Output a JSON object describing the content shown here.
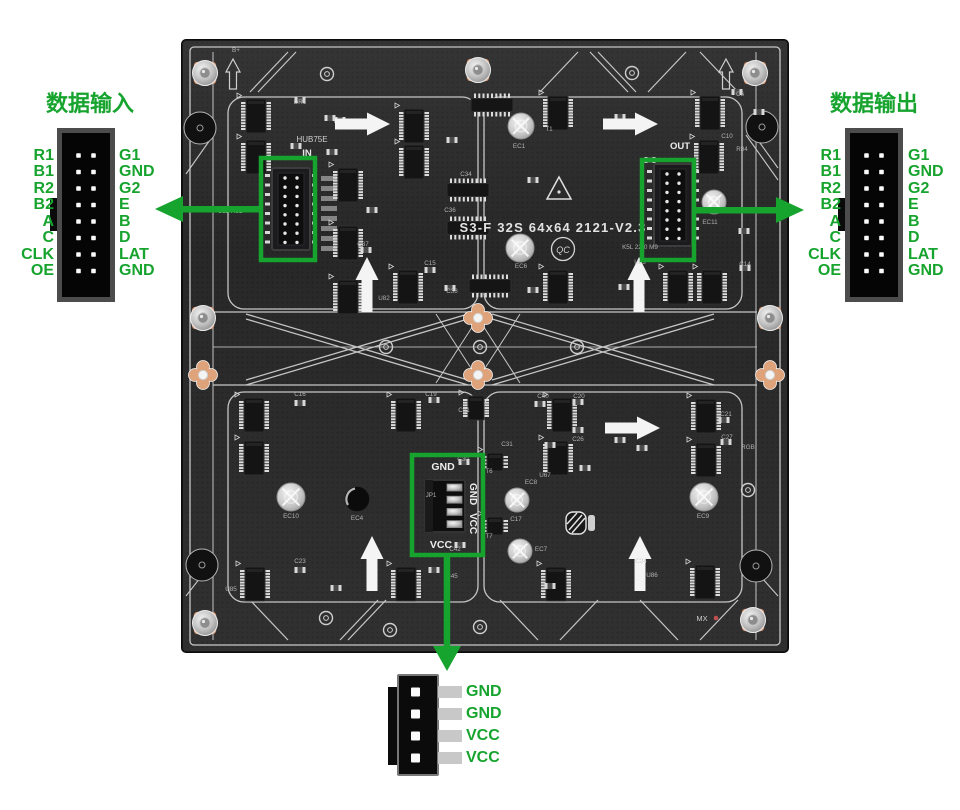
{
  "colors": {
    "annotation_green": "#17A42E"
  },
  "input_connector": {
    "title": "数据输入",
    "left_pins": [
      "R1",
      "B1",
      "R2",
      "B2",
      "A",
      "C",
      "CLK",
      "OE"
    ],
    "right_pins": [
      "G1",
      "GND",
      "G2",
      "E",
      "B",
      "D",
      "LAT",
      "GND"
    ]
  },
  "output_connector": {
    "title": "数据输出",
    "left_pins": [
      "R1",
      "B1",
      "R2",
      "B2",
      "A",
      "C",
      "CLK",
      "OE"
    ],
    "right_pins": [
      "G1",
      "GND",
      "G2",
      "E",
      "B",
      "D",
      "LAT",
      "GND"
    ]
  },
  "power_connector": {
    "pins": [
      "GND",
      "GND",
      "VCC",
      "VCC"
    ]
  },
  "pcb_silkscreen": {
    "model_text": "S3-F 32S 64x64 2121-V2.3",
    "hub_label": "HUB75E",
    "in_label": "IN",
    "out_label": "OUT",
    "qc_label": "QC",
    "mx_label": "MX",
    "power_gnd_top": "GND",
    "power_gnd_side": "GND",
    "power_vcc_side": "VCC",
    "power_vcc_bottom": "VCC",
    "refs": [
      "EC1",
      "EC6",
      "EC11",
      "EC10",
      "EC4",
      "EC8",
      "EC7",
      "EC9",
      "C16",
      "C19",
      "C23",
      "C24",
      "C30",
      "C42",
      "U85",
      "U86",
      "C12 R81",
      "K5L 22-0 M9",
      "T1",
      "C37",
      "C38",
      "C15",
      "C36",
      "C34",
      "C10",
      "C6",
      "R84",
      "C14",
      "C45",
      "C41",
      "C26",
      "C31",
      "U82",
      "U83",
      "C17",
      "C40",
      "C20",
      "C21",
      "C27",
      "RGB",
      "DR1",
      "B+",
      "JP1",
      "T6",
      "T7",
      "U67"
    ]
  }
}
